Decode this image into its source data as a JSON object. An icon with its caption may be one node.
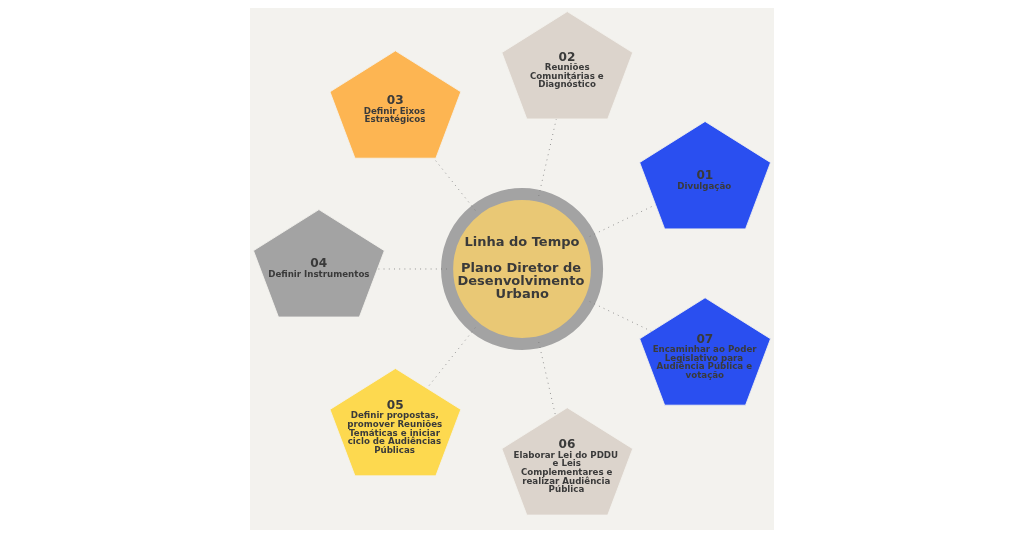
{
  "diagram": {
    "nodes": [
      {
        "text": [
          "01",
          "Divulgação"
        ]
      },
      {
        "text": [
          "02",
          "Reuniões Comunitárias e Diagnóstico"
        ]
      },
      {
        "text": [
          "03",
          "Definir Eixos Estratégicos"
        ]
      },
      {
        "text": [
          "04",
          "Definir Instrumentos"
        ]
      },
      {
        "text": [
          "05",
          "Definir propostas, promover Reuniões Temáticas e iniciar ciclo de Audiências Públicas"
        ]
      },
      {
        "text": [
          "06",
          "Elaborar Lei do PDDU e Leis Complementares e realizar Audiência Pública"
        ]
      },
      {
        "text": [
          "07",
          "Encaminhar ao Poder Legislativo para Audiência Pública e votação"
        ]
      },
      {
        "text": [
          "Linha do Tempo",
          "Plano Diretor de Desenvolvimento Urbano"
        ]
      }
    ],
    "edges": [
      {
        "from": 7,
        "to": 0,
        "arrow": "none",
        "style": "dashed"
      },
      {
        "from": 7,
        "to": 1,
        "arrow": "none",
        "style": "dashed"
      },
      {
        "from": 7,
        "to": 2,
        "arrow": "none",
        "style": "dashed"
      },
      {
        "from": 7,
        "to": 3,
        "arrow": "none",
        "style": "dashed"
      },
      {
        "from": 7,
        "to": 4,
        "arrow": "none",
        "style": "dashed"
      },
      {
        "from": 7,
        "to": 5,
        "arrow": "none",
        "style": "dashed"
      },
      {
        "from": 7,
        "to": 6,
        "arrow": "none",
        "style": "dashed"
      }
    ]
  }
}
